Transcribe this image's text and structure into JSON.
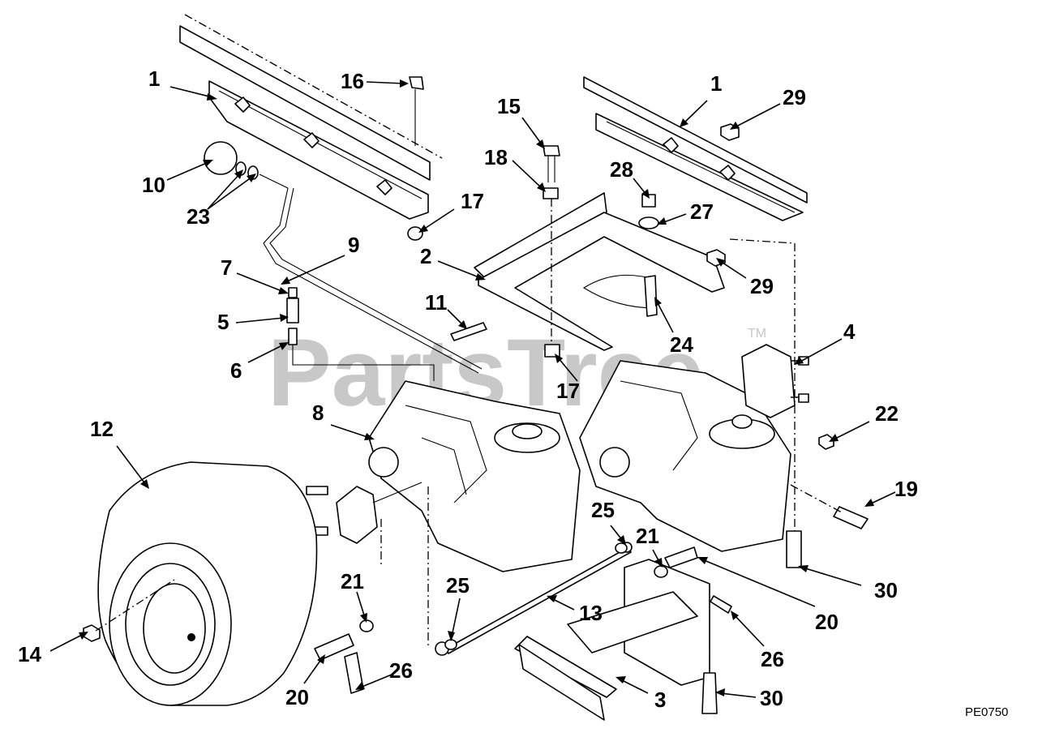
{
  "watermark": {
    "text": "PartsTree",
    "trademark": "TM"
  },
  "diagram_code": "PE0750",
  "callouts": [
    {
      "id": "c1a",
      "label": "1"
    },
    {
      "id": "c1b",
      "label": "1"
    },
    {
      "id": "c2",
      "label": "2"
    },
    {
      "id": "c3",
      "label": "3"
    },
    {
      "id": "c4",
      "label": "4"
    },
    {
      "id": "c5",
      "label": "5"
    },
    {
      "id": "c6",
      "label": "6"
    },
    {
      "id": "c7",
      "label": "7"
    },
    {
      "id": "c8",
      "label": "8"
    },
    {
      "id": "c9",
      "label": "9"
    },
    {
      "id": "c10",
      "label": "10"
    },
    {
      "id": "c11",
      "label": "11"
    },
    {
      "id": "c12",
      "label": "12"
    },
    {
      "id": "c13",
      "label": "13"
    },
    {
      "id": "c14",
      "label": "14"
    },
    {
      "id": "c15",
      "label": "15"
    },
    {
      "id": "c16",
      "label": "16"
    },
    {
      "id": "c17a",
      "label": "17"
    },
    {
      "id": "c17b",
      "label": "17"
    },
    {
      "id": "c18",
      "label": "18"
    },
    {
      "id": "c19",
      "label": "19"
    },
    {
      "id": "c20a",
      "label": "20"
    },
    {
      "id": "c20b",
      "label": "20"
    },
    {
      "id": "c21a",
      "label": "21"
    },
    {
      "id": "c21b",
      "label": "21"
    },
    {
      "id": "c22",
      "label": "22"
    },
    {
      "id": "c23",
      "label": "23"
    },
    {
      "id": "c24",
      "label": "24"
    },
    {
      "id": "c25a",
      "label": "25"
    },
    {
      "id": "c25b",
      "label": "25"
    },
    {
      "id": "c26a",
      "label": "26"
    },
    {
      "id": "c26b",
      "label": "26"
    },
    {
      "id": "c27",
      "label": "27"
    },
    {
      "id": "c28",
      "label": "28"
    },
    {
      "id": "c29a",
      "label": "29"
    },
    {
      "id": "c29b",
      "label": "29"
    },
    {
      "id": "c30a",
      "label": "30"
    },
    {
      "id": "c30b",
      "label": "30"
    }
  ]
}
